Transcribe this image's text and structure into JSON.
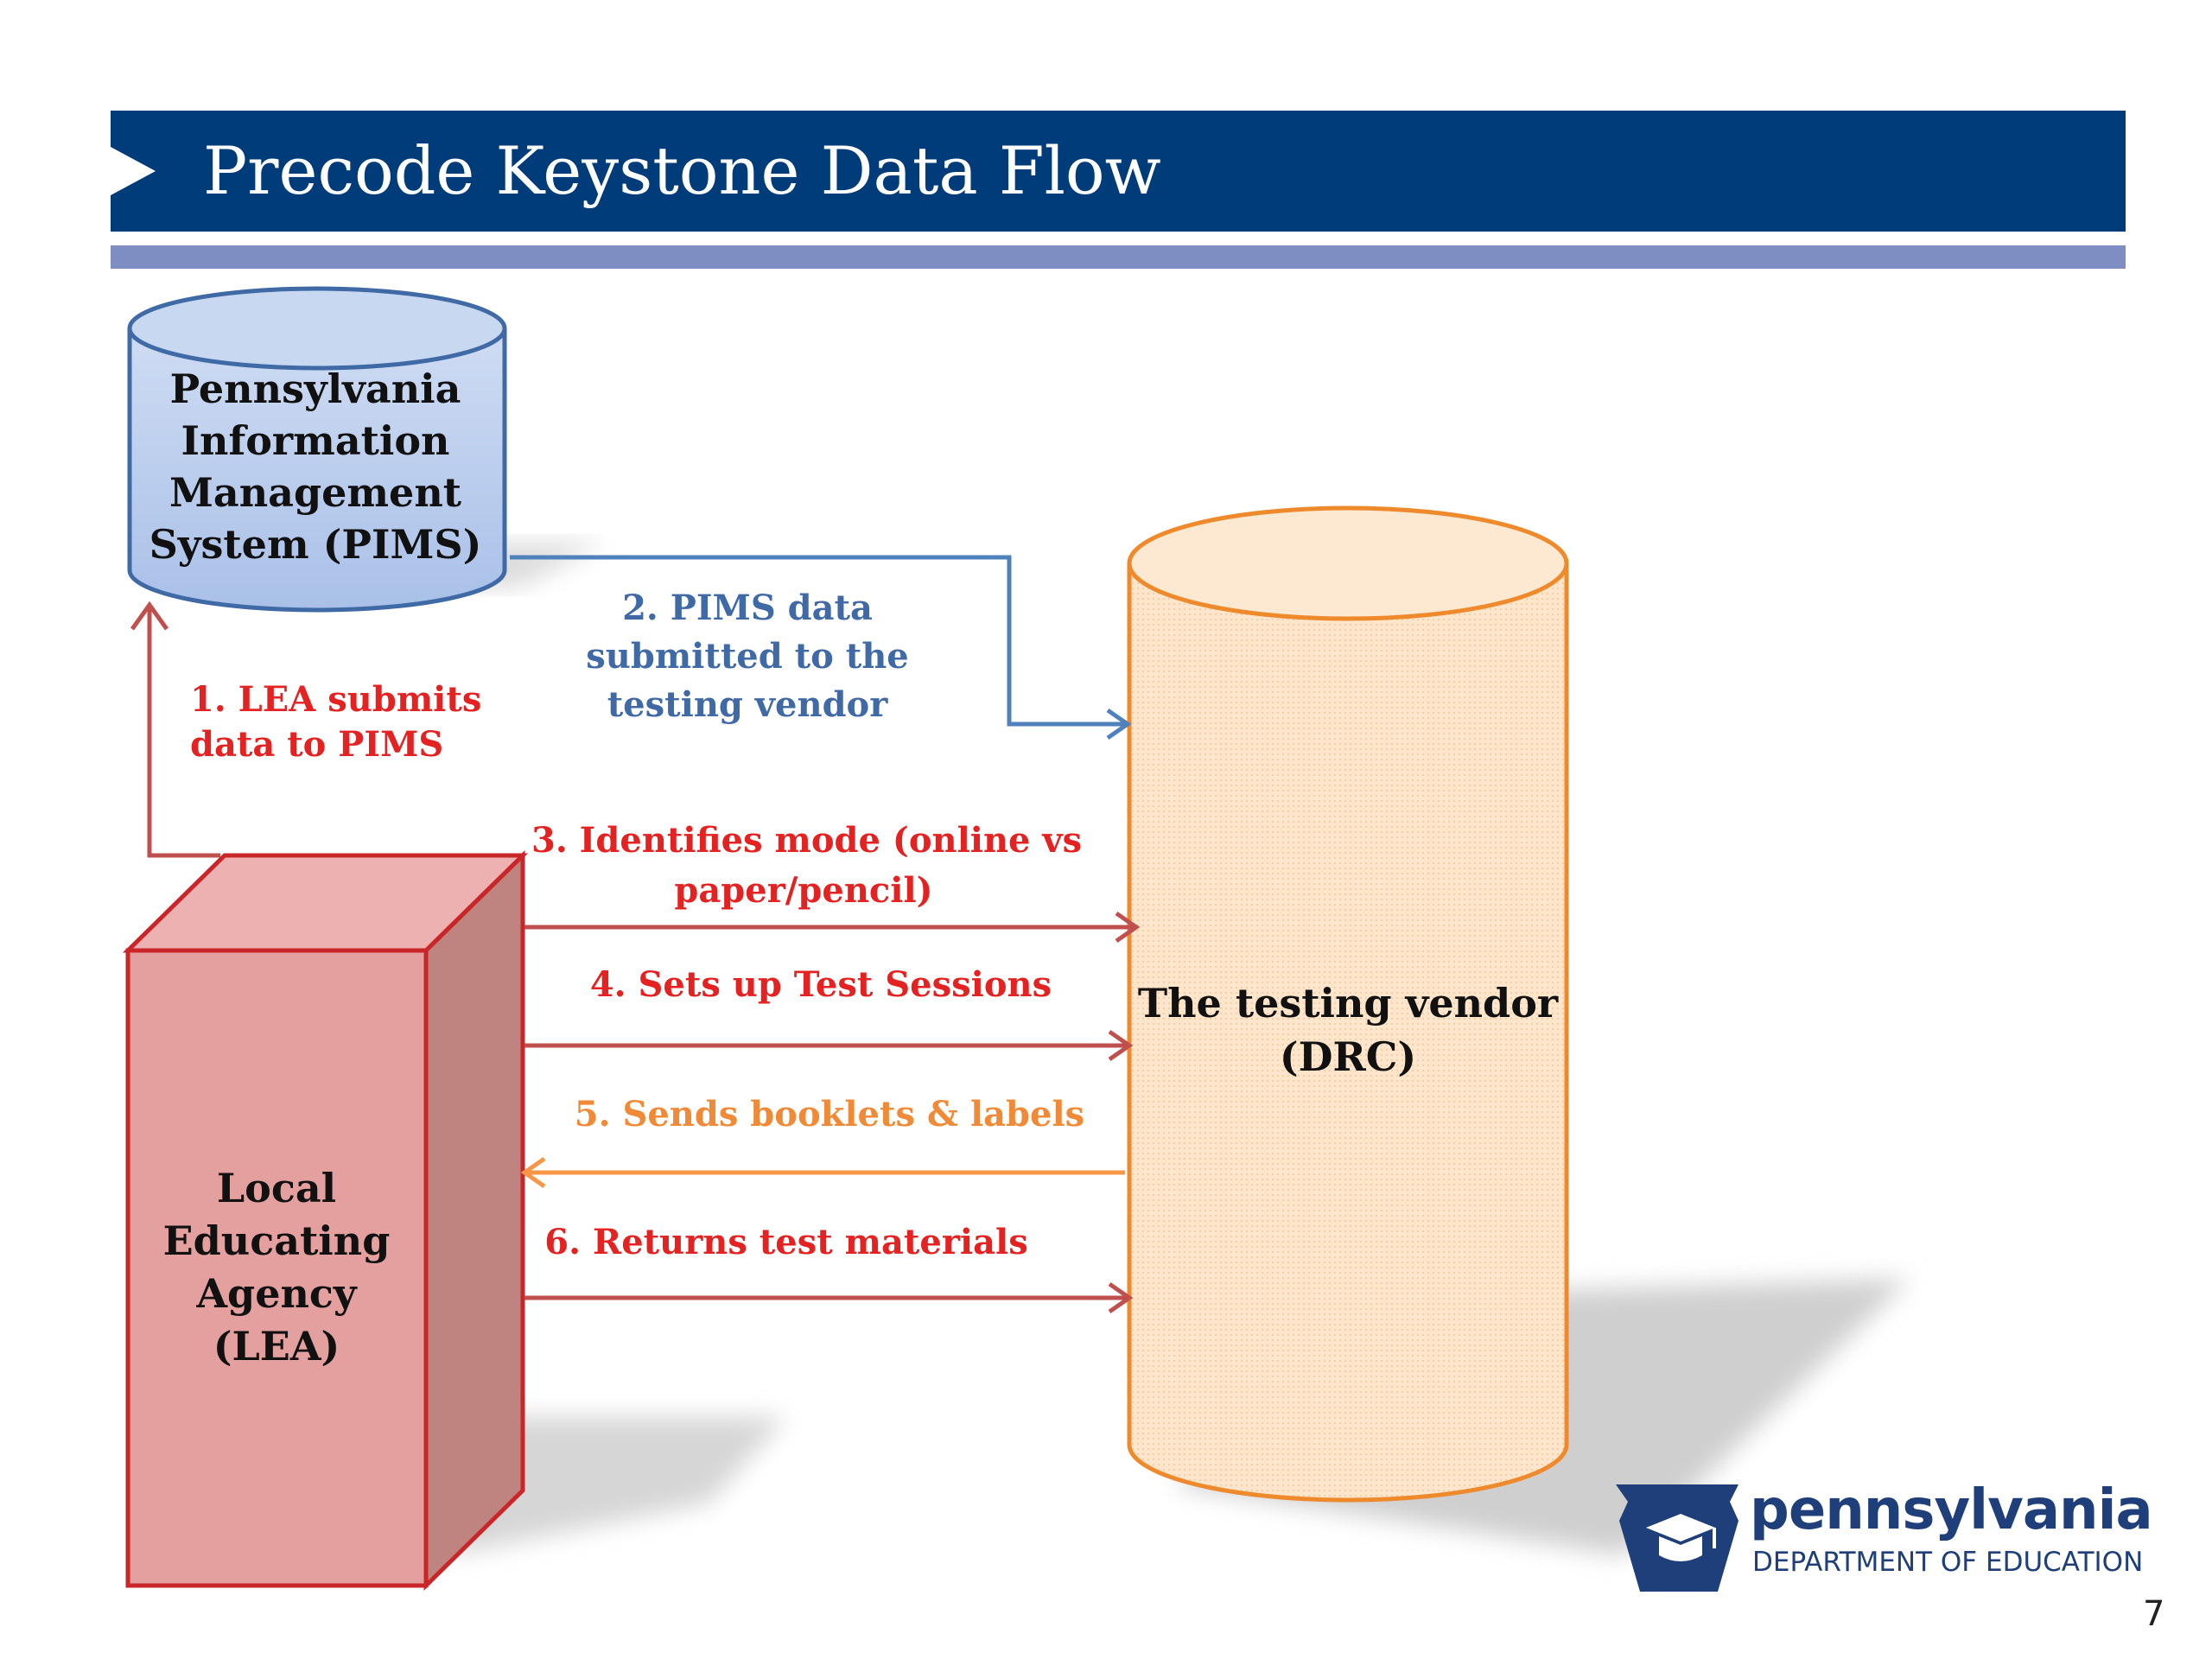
{
  "title": "Precode Keystone Data Flow",
  "nodes": {
    "pims": [
      "Pennsylvania",
      "Information",
      "Management",
      "System (PIMS)"
    ],
    "lea": [
      "Local",
      "Educating",
      "Agency",
      "(LEA)"
    ],
    "vendor": [
      "The testing vendor",
      "(DRC)"
    ]
  },
  "steps": {
    "s1": [
      "1. LEA submits",
      "data to PIMS"
    ],
    "s2": [
      "2. PIMS data",
      "submitted to the",
      "testing vendor"
    ],
    "s3": [
      "3. Identifies mode (online vs",
      "paper/pencil)"
    ],
    "s4": "4. Sets up Test Sessions",
    "s5": "5. Sends booklets & labels",
    "s6": "6. Returns test materials"
  },
  "logo": {
    "wordmark": "pennsylvania",
    "subtitle": "DEPARTMENT OF EDUCATION"
  },
  "page_number": "7",
  "colors": {
    "title_bar": "#003b7a",
    "sub_bar": "#7f8ec2",
    "pims_fill": "#b6cbec",
    "lea_fill": "#e4a09e",
    "vendor_fill": "#fce2c4",
    "red": "#e52222",
    "blue": "#3f6aa6",
    "orange": "#f08a36"
  }
}
